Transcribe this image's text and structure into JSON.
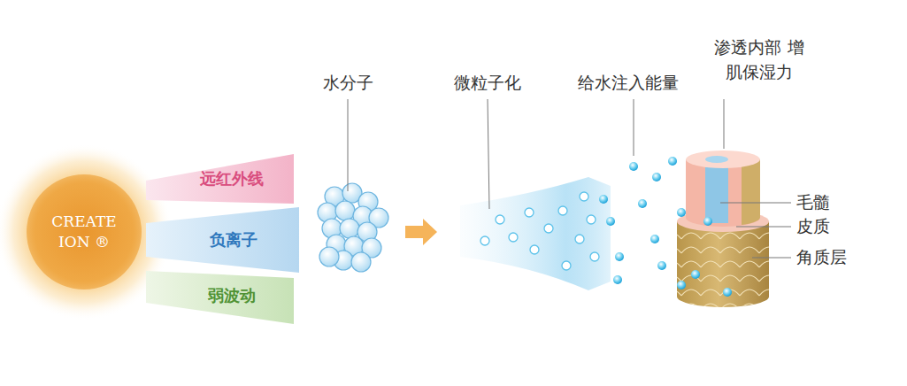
{
  "diagram": {
    "nodes": [
      {
        "text": [
          "CREATE ION ®"
        ]
      },
      {
        "text": [
          "远红外线"
        ]
      },
      {
        "text": [
          "负离子"
        ]
      },
      {
        "text": [
          "弱波动"
        ]
      }
    ],
    "labels": [
      "水分子",
      "微粒子化",
      "给水注入能量",
      "渗透内部 增肌保湿力",
      "毛髓",
      "皮质",
      "角质层"
    ]
  }
}
